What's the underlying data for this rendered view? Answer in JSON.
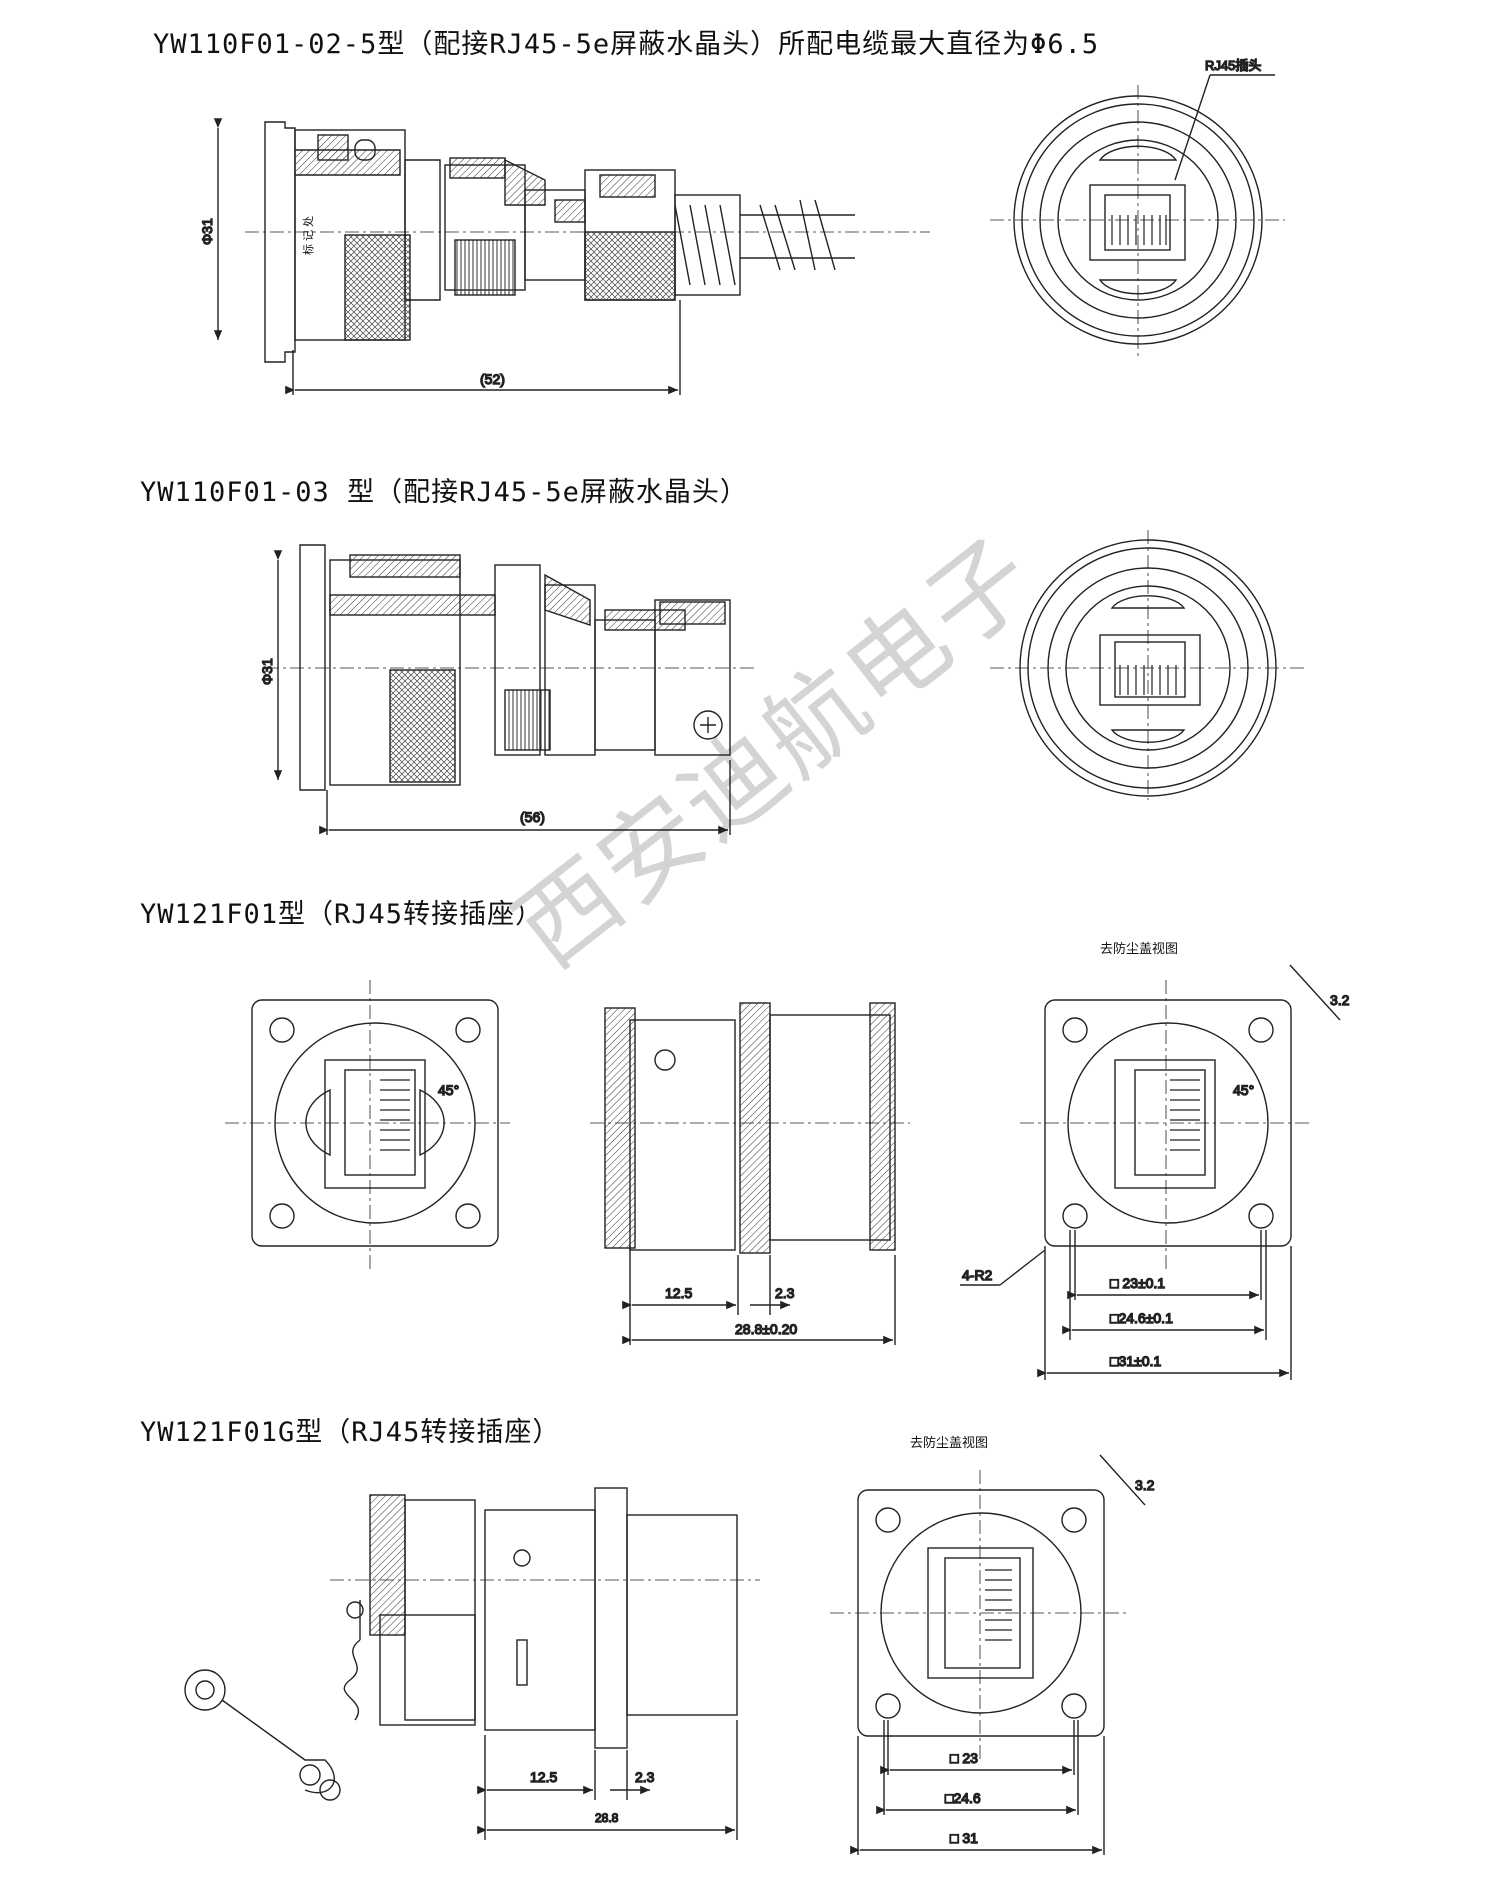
{
  "sections": [
    {
      "title": "YW110F01-02-5型（配接RJ45-5e屏蔽水晶头）所配电缆最大直径为Φ6.5",
      "side_label": "RJ45插头",
      "diameter": "Φ31",
      "length": "(52)"
    },
    {
      "title": "YW110F01-03 型（配接RJ45-5e屏蔽水晶头）",
      "diameter": "Φ31",
      "length": "(56)"
    },
    {
      "title": "YW121F01型（RJ45转接插座）",
      "view_label": "去防尘盖视图",
      "dims": {
        "angle": "45°",
        "corner": "3.2",
        "radius": "4-R2",
        "d1": "12.5",
        "d2": "2.3",
        "total": "28.8±0.20",
        "sq1": "□ 23±0.1",
        "sq2": "□24.6±0.1",
        "sq3": "□31±0.1"
      }
    },
    {
      "title": "YW121F01G型（RJ45转接插座）",
      "view_label": "去防尘盖视图",
      "dims": {
        "corner": "3.2",
        "d1": "12.5",
        "d2": "2.3",
        "total": "28.8",
        "sq1": "□ 23",
        "sq2": "□24.6",
        "sq3": "□ 31"
      }
    }
  ],
  "watermark": "西安迪航电子",
  "small_mark": "标 记 处"
}
